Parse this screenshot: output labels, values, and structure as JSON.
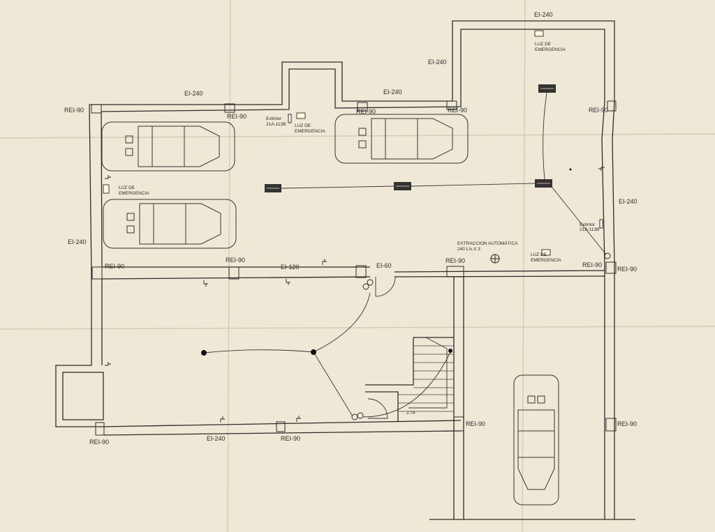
{
  "colors": {
    "paper": "#efe8d6",
    "ink": "#2b2b2b",
    "fold": "#d8cfb8"
  },
  "fire_ratings": {
    "ei240": "EI-240",
    "ei120": "EI-120",
    "ei60": "EI-60",
    "rei90": "REI-90"
  },
  "emergency_light": {
    "line1": "LUZ DE",
    "line2": "EMERGENCIA"
  },
  "extinguisher": {
    "line1": "Extintor",
    "line2": "21A-113B"
  },
  "extraction": {
    "line1": "EXTRACCION AUTOMÁTICA",
    "line2": "240 L/s.X 3"
  },
  "stair_dimension": "2.74",
  "icons": [
    "car-icon",
    "extinguisher-icon",
    "emergency-light-icon",
    "fan-icon",
    "lamp-icon",
    "switch-icon"
  ]
}
